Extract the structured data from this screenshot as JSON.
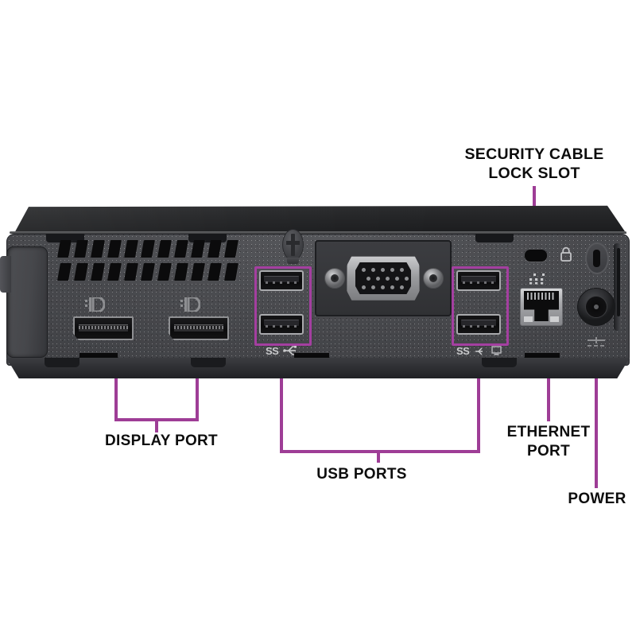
{
  "image": {
    "subject": "Mini desktop computer rear panel with annotated ports",
    "background_color": "#ffffff",
    "accent_color": "#9e3d96",
    "chassis_color": "#46474b",
    "lid_color": "#232426"
  },
  "callouts": [
    {
      "id": "security-cable-lock-slot",
      "label": "SECURITY CABLE\nLOCK SLOT",
      "target": "security-lock-slot"
    },
    {
      "id": "display-port",
      "label": "DISPLAY PORT",
      "target": "displayport-connectors"
    },
    {
      "id": "usb-ports",
      "label": "USB PORTS",
      "target": "usb-port-groups"
    },
    {
      "id": "ethernet-port",
      "label": "ETHERNET\nPORT",
      "target": "rj45-jack"
    },
    {
      "id": "power",
      "label": "POWER",
      "target": "power-jack"
    }
  ],
  "port_markings": {
    "usb_superspeed_left": "SS",
    "usb_superspeed_right": "SS",
    "displayport_icon": "displayport-icon",
    "padlock_icon": "padlock-icon",
    "power_icon": "dc-power-icon"
  },
  "ports": {
    "displayport_count": 2,
    "usb_count": 4,
    "vga_count": 1,
    "ethernet_count": 1,
    "power_count": 1,
    "vga_pin_rows": [
      5,
      5,
      5
    ]
  }
}
